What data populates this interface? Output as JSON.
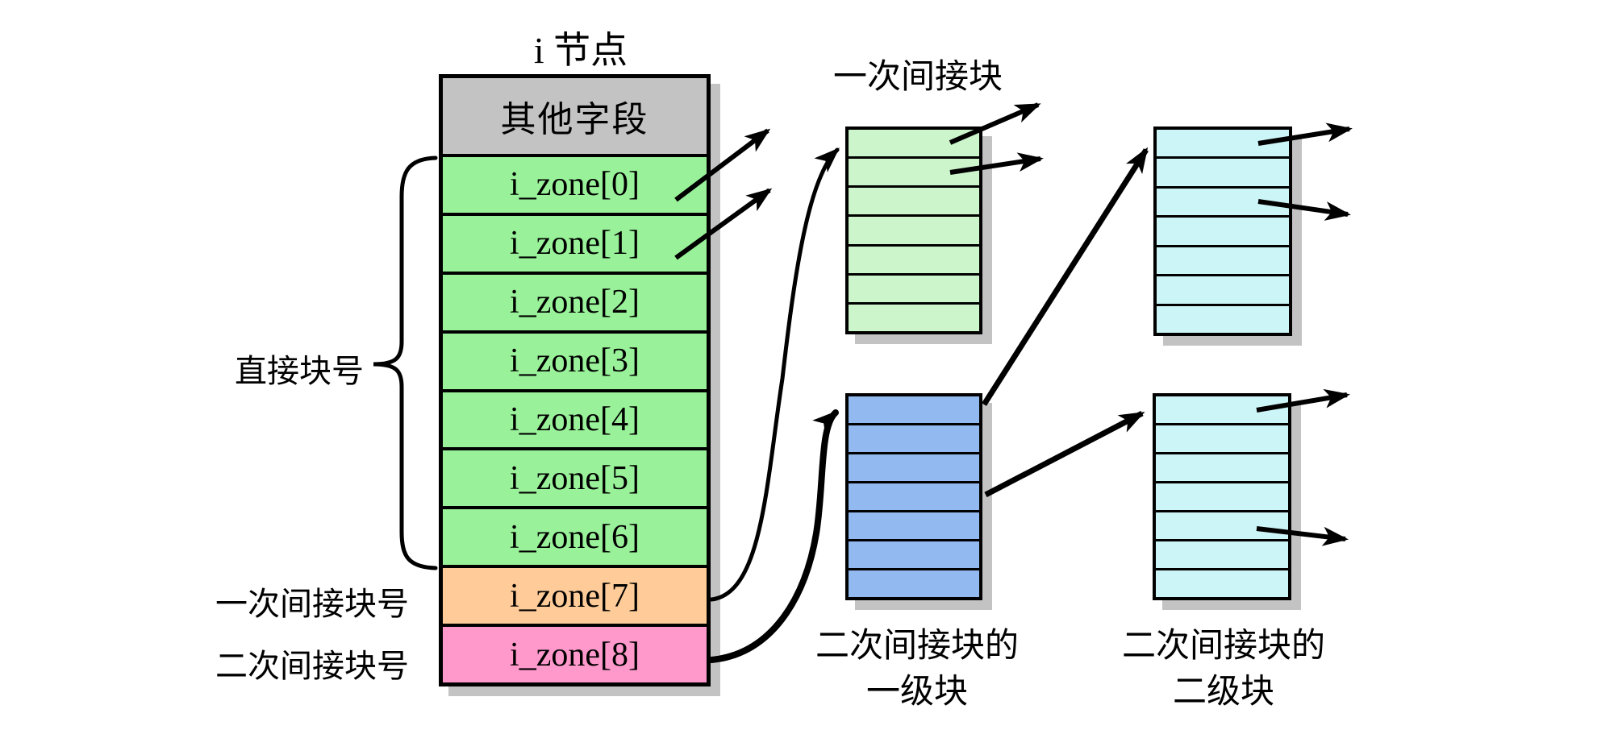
{
  "title": "i 节点",
  "inode": {
    "header": "其他字段",
    "zones": [
      "i_zone[0]",
      "i_zone[1]",
      "i_zone[2]",
      "i_zone[3]",
      "i_zone[4]",
      "i_zone[5]",
      "i_zone[6]",
      "i_zone[7]",
      "i_zone[8]"
    ]
  },
  "labels": {
    "direct": "直接块号",
    "single_indirect": "一次间接块号",
    "double_indirect": "二次间接块号"
  },
  "blocks": {
    "single_indirect": {
      "title": "一次间接块",
      "rows": 7
    },
    "double_first": {
      "title_line1": "二次间接块的",
      "title_line2": "一级块",
      "rows": 7
    },
    "double_second_top": {
      "rows": 7
    },
    "double_second": {
      "title_line1": "二次间接块的",
      "title_line2": "二级块",
      "rows": 7
    }
  },
  "colors": {
    "header_gray": "#c3c3c3",
    "zone_green": "#99f299",
    "zone_orange": "#ffcc99",
    "zone_pink": "#ff99cc",
    "single_indirect_green": "#ccf5cc",
    "double_first_blue": "#92baf0",
    "double_second_cyan": "#ccf5f7",
    "shadow_gray": "#c3c3c3",
    "line_black": "#000000"
  }
}
